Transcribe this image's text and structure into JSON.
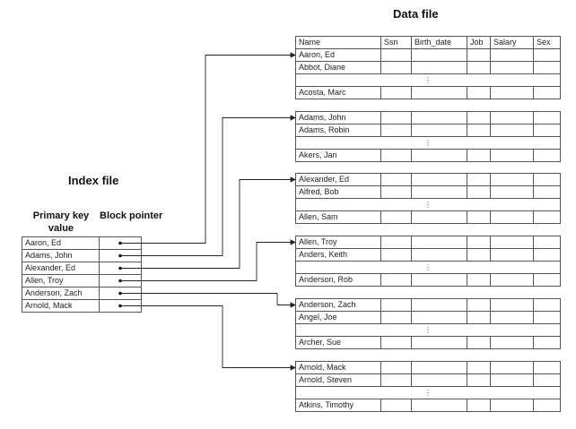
{
  "titles": {
    "data_file": "Data file",
    "index_file": "Index file"
  },
  "index_headers": {
    "key": "Primary key value",
    "pointer": "Block pointer"
  },
  "columns": [
    "Name",
    "Ssn",
    "Birth_date",
    "Job",
    "Salary",
    "Sex"
  ],
  "index_entries": [
    "Aaron, Ed",
    "Adams, John",
    "Alexander, Ed",
    "Allen, Troy",
    "Anderson, Zach",
    "Arnold, Mack"
  ],
  "blocks": [
    {
      "first": [
        "Aaron, Ed",
        "Abbot, Diane"
      ],
      "last": "Acosta, Marc"
    },
    {
      "first": [
        "Adams, John",
        "Adams, Robin"
      ],
      "last": "Akers, Jan"
    },
    {
      "first": [
        "Alexander, Ed",
        "Alfred, Bob"
      ],
      "last": "Allen, Sam"
    },
    {
      "first": [
        "Allen, Troy",
        "Anders, Keith"
      ],
      "last": "Anderson, Rob"
    },
    {
      "first": [
        "Anderson, Zach",
        "Angel, Joe"
      ],
      "last": "Archer, Sue"
    },
    {
      "first": [
        "Arnold, Mack",
        "Arnold, Steven"
      ],
      "last": "Atkins, Timothy"
    }
  ],
  "ellipsis": "⋮"
}
